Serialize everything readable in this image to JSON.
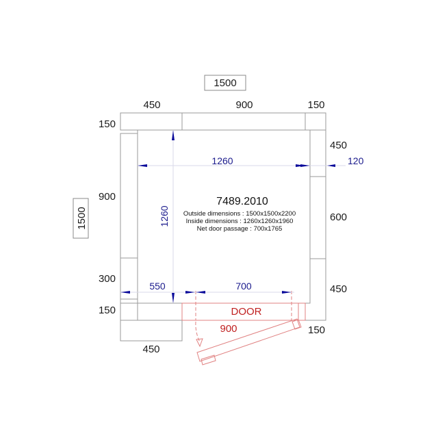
{
  "overall": {
    "width_label": "1500",
    "depth_label": "1500"
  },
  "top_dims": [
    "450",
    "900",
    "150"
  ],
  "left_dims": [
    "150",
    "900",
    "300",
    "150"
  ],
  "right_dims": [
    "450",
    "600",
    "450",
    "150"
  ],
  "bottom_dims": [
    "450"
  ],
  "inner_dims": {
    "width": "1260",
    "depth": "1260",
    "wall_thickness": "120",
    "offset_left": "550",
    "door_width": "700"
  },
  "info": {
    "model": "7489.2010",
    "outside": "Outside dimensions : 1500x1500x2200",
    "inside": "Inside dimensions :  1260x1260x1960",
    "door_passage": "Net door passage : 700x1765"
  },
  "door": {
    "label": "DOOR",
    "leaf_width": "900"
  },
  "colors": {
    "dimension_blue": "#1a1a8c",
    "door_red": "#c02020",
    "wall_gray": "#9a9a9a"
  }
}
